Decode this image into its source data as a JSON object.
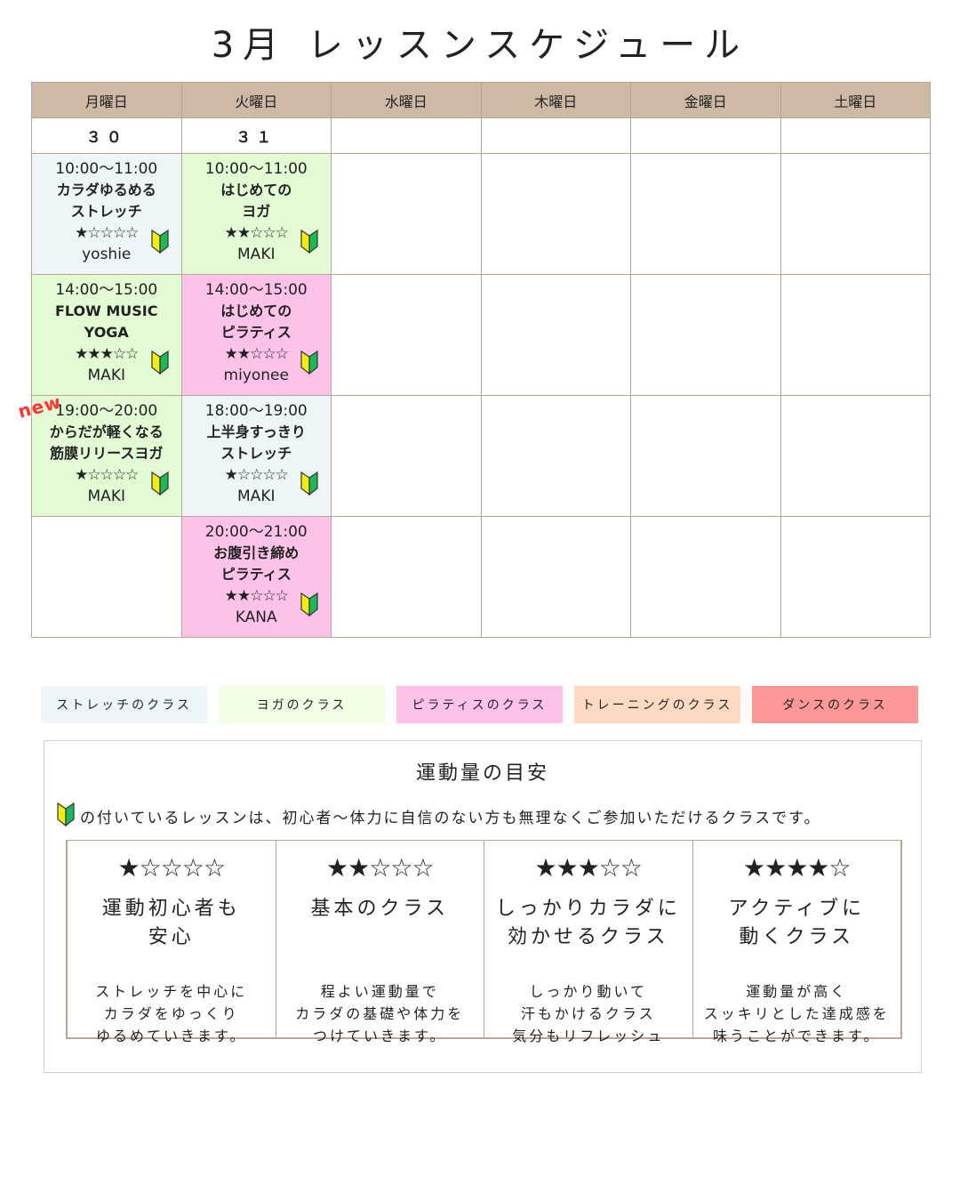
{
  "title": "3月 レッスンスケジュール",
  "days": [
    "月曜日",
    "火曜日",
    "水曜日",
    "木曜日",
    "金曜日",
    "土曜日"
  ],
  "dates": [
    "３０",
    "３１",
    "",
    "",
    "",
    ""
  ],
  "colors": {
    "header": "#cdb9a5",
    "stretch": "#edf5f8",
    "yoga": "#e2fbd4",
    "pilates": "#fcc2e7",
    "training": "#fedac3",
    "dance": "#fd9898",
    "yoga_legend": "#f1fde4"
  },
  "rows": [
    [
      {
        "type": "stretch",
        "time": "10:00〜11:00",
        "name": [
          "カラダゆるめる",
          "ストレッチ"
        ],
        "stars": "★☆☆☆☆",
        "teacher": "yoshie",
        "beginner": true
      },
      {
        "type": "yoga",
        "time": "10:00〜11:00",
        "name": [
          "はじめての",
          "ヨガ"
        ],
        "stars": "★★☆☆☆",
        "teacher": "MAKI",
        "beginner": true
      }
    ],
    [
      {
        "type": "yoga",
        "time": "14:00〜15:00",
        "name": [
          "FLOW MUSIC",
          "YOGA"
        ],
        "stars": "★★★☆☆",
        "teacher": "MAKI",
        "beginner": true
      },
      {
        "type": "pilates",
        "time": "14:00〜15:00",
        "name": [
          "はじめての",
          "ピラティス"
        ],
        "stars": "★★☆☆☆",
        "teacher": "miyonee",
        "beginner": true
      }
    ],
    [
      {
        "type": "yoga",
        "time": "19:00〜20:00",
        "name": [
          "からだが軽くなる",
          "筋膜リリースヨガ"
        ],
        "stars": "★☆☆☆☆",
        "teacher": "MAKI",
        "beginner": true,
        "badge": "new"
      },
      {
        "type": "stretch",
        "time": "18:00〜19:00",
        "name": [
          "上半身すっきり",
          "ストレッチ"
        ],
        "stars": "★☆☆☆☆",
        "teacher": "MAKI",
        "beginner": true
      }
    ],
    [
      null,
      {
        "type": "pilates",
        "time": "20:00〜21:00",
        "name": [
          "お腹引き締め",
          "ピラティス"
        ],
        "stars": "★★☆☆☆",
        "teacher": "KANA",
        "beginner": true
      }
    ]
  ],
  "legend": [
    {
      "label": "ストレッチのクラス",
      "type": "stretch"
    },
    {
      "label": "ヨガのクラス",
      "type": "yoga_legend"
    },
    {
      "label": "ピラティスのクラス",
      "type": "pilates"
    },
    {
      "label": "トレーニングのクラス",
      "type": "training"
    },
    {
      "label": "ダンスのクラス",
      "type": "dance"
    }
  ],
  "guide": {
    "title": "運動量の目安",
    "note": "の付いているレッスンは、初心者〜体力に自信のない方も無理なくご参加いただけるクラスです。",
    "levels": [
      {
        "stars": "★☆☆☆☆",
        "title": "運動初心者も\n安心",
        "desc": "ストレッチを中心に\nカラダをゆっくり\nゆるめていきます。"
      },
      {
        "stars": "★★☆☆☆",
        "title": "基本のクラス",
        "desc": "程よい運動量で\nカラダの基礎や体力を\nつけていきます。"
      },
      {
        "stars": "★★★☆☆",
        "title": "しっかりカラダに\n効かせるクラス",
        "desc": "しっかり動いて\n汗もかけるクラス\n気分もリフレッシュ"
      },
      {
        "stars": "★★★★☆",
        "title": "アクティブに\n動くクラス",
        "desc": "運動量が高く\nスッキリとした達成感を\n味うことができます。"
      }
    ]
  }
}
